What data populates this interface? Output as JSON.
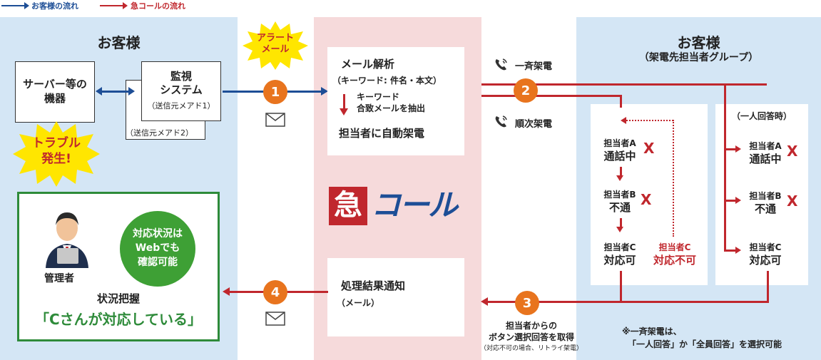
{
  "legend": {
    "blue": "お客様の流れ",
    "red": "急コールの流れ"
  },
  "colors": {
    "blue_flow": "#1d4e96",
    "red_flow": "#c0272d",
    "step_circle": "#e8741e",
    "panel_blue": "#d4e6f5",
    "panel_pink": "#f6dadb",
    "green_border": "#2e8b3a"
  },
  "left": {
    "title": "お客様",
    "server_label": "サーバー等の\n機器",
    "monitor_title": "監視\nシステム",
    "monitor_sub1": "（送信元メアド1）",
    "monitor_sub2": "（送信元メアド2）",
    "trouble": "トラブル\n発生!",
    "manager_label": "管理者",
    "web_badge": "対応状況は\nWebでも\n確認可能",
    "status_title": "状況把握",
    "status_quote": "「Cさんが対応している」"
  },
  "alert_badge": "アラート\nメール",
  "center": {
    "analysis_title": "メール解析",
    "analysis_sub": "（キーワード: 件名・本文）",
    "keyword_note": "キーワード\n合致メールを抽出",
    "auto_call": "担当者に自動架電",
    "result_title": "処理結果通知",
    "result_sub": "（メール）",
    "logo_kanji": "急",
    "logo_kana": "コール"
  },
  "steps": [
    "1",
    "2",
    "3",
    "4"
  ],
  "call_types": {
    "simultaneous": "一斉架電",
    "sequential": "順次架電"
  },
  "step3_note": {
    "line1": "担当者からの",
    "line2": "ボタン選択回答を取得",
    "line3": "（対応不可の場合、リトライ架電）"
  },
  "right": {
    "title": "お客様",
    "subtitle": "（架電先担当者グループ）",
    "seq": [
      {
        "name": "担当者A",
        "status": "通話中",
        "mark": "X"
      },
      {
        "name": "担当者B",
        "status": "不通",
        "mark": "X"
      },
      {
        "name": "担当者C",
        "status": "対応可"
      }
    ],
    "seq_retry": {
      "name": "担当者C",
      "status": "対応不可"
    },
    "single_title": "（一人回答時）",
    "single": [
      {
        "name": "担当者A",
        "status": "通話中",
        "mark": "X"
      },
      {
        "name": "担当者B",
        "status": "不通",
        "mark": "X"
      },
      {
        "name": "担当者C",
        "status": "対応可"
      }
    ],
    "footnote1": "※一斉架電は、",
    "footnote2": "「一人回答」か「全員回答」を選択可能"
  }
}
